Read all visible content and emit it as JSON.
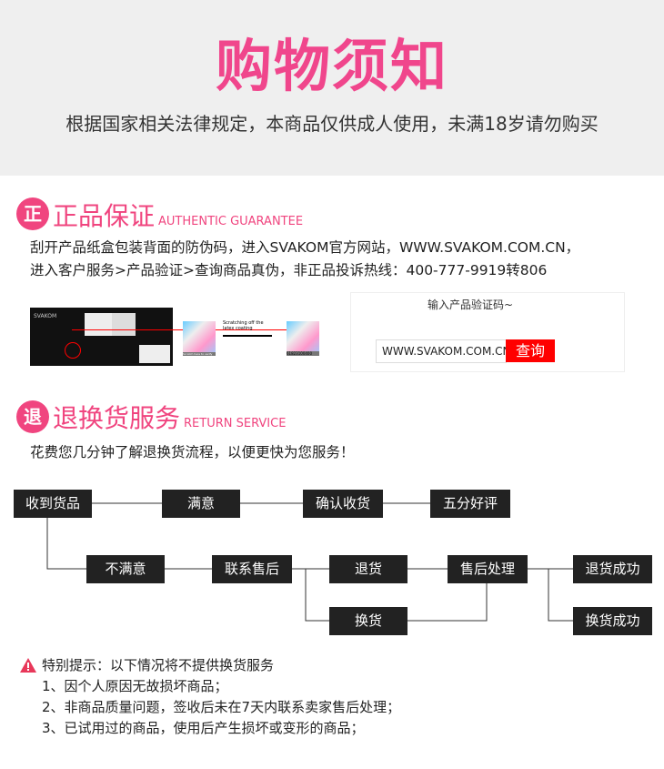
{
  "header": {
    "title": "购物须知",
    "subtitle": "根据国家相关法律规定，本商品仅供成人使用，未满18岁请勿购买"
  },
  "authentic": {
    "badge": "正",
    "title": "正品保证",
    "title_en": "AUTHENTIC GUARANTEE",
    "lines": [
      "刮开产品纸盒包装背面的防伪码，进入SVAKOM官方网站，WWW.SVAKOM.COM.CN，",
      "进入客户服务>产品验证>查询商品真伪，非正品投诉热线：400-777-9919转806"
    ],
    "image": {
      "brand": "SVAKOM",
      "scratch_label": "Scratch here to verify",
      "arrow_text": "Scratching off the latex coating",
      "code": "61823100400"
    },
    "verify": {
      "prompt": "输入产品验证码~",
      "input_value": "WWW.SVAKOM.COM.CN",
      "button": "查询"
    }
  },
  "return": {
    "badge": "退",
    "title": "退换货服务",
    "title_en": "RETURN SERVICE",
    "intro": "花费您几分钟了解退换货流程，以便更快为您服务！",
    "flow": {
      "received": "收到货品",
      "satisfied": "满意",
      "confirm": "确认收货",
      "rating": "五分好评",
      "unsatisfied": "不满意",
      "contact": "联系售后",
      "refund": "退货",
      "aftersale": "售后处理",
      "refund_ok": "退货成功",
      "exchange": "换货",
      "exchange_ok": "换货成功"
    },
    "notice": {
      "title": "特别提示：以下情况将不提供换货服务",
      "items": [
        "1、因个人原因无故损坏商品；",
        "2、非商品质量问题，签收后未在7天内联系卖家售后处理；",
        "3、已试用过的商品，使用后产生损坏或变形的商品；"
      ]
    }
  }
}
